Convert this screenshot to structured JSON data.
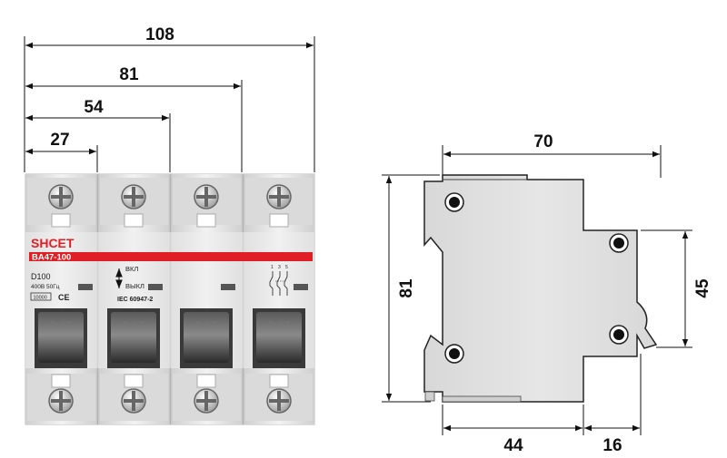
{
  "front_view": {
    "dimensions": {
      "d108": "108",
      "d81": "81",
      "d54": "54",
      "d27": "27"
    },
    "brand": "SHCET",
    "model": "BA47-100",
    "rating": "D100",
    "voltage": "400В 50Гц",
    "breaking_capacity": "10000",
    "ce_mark": "CE",
    "on_label": "ВКЛ",
    "off_label": "ВЫКЛ",
    "standard": "IEC 60947-2",
    "lever_label": "ВЫКЛ",
    "schematic_numbers": [
      "1",
      "3",
      "5"
    ]
  },
  "side_view": {
    "dimensions": {
      "width": "70",
      "height": "81",
      "rail": "45",
      "depth": "44",
      "offset": "16"
    }
  },
  "colors": {
    "accent_red": "#e01e25",
    "body_gray": "#e4e4e4",
    "line": "#111111"
  }
}
